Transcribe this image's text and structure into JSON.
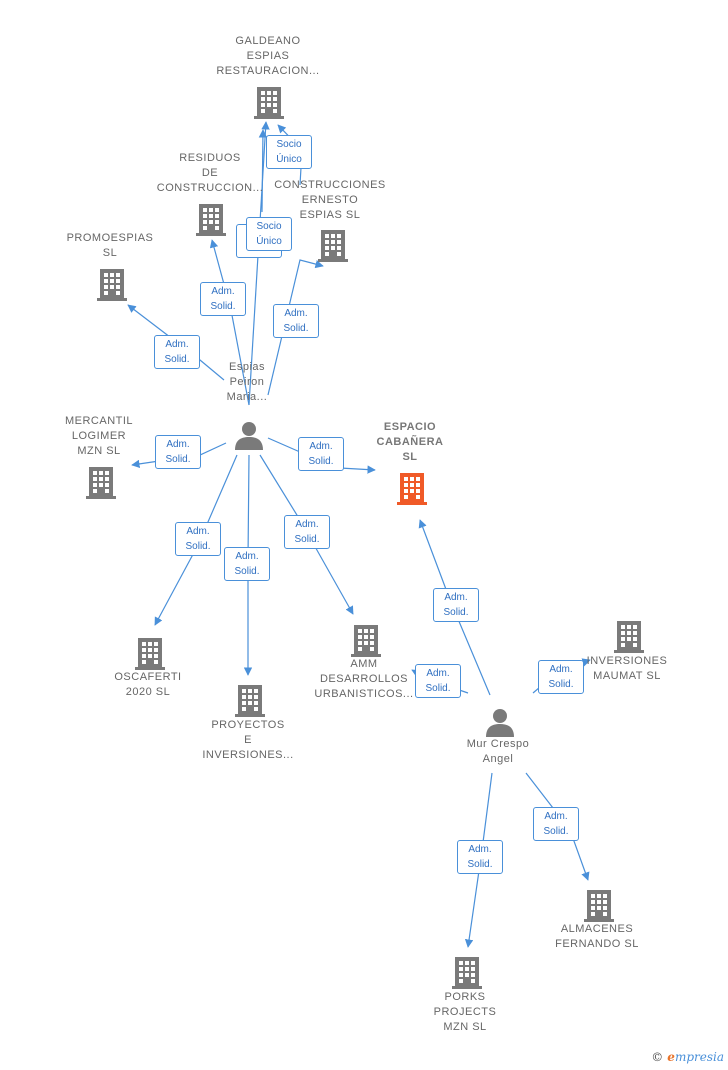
{
  "diagram": {
    "colors": {
      "edge": "#4a90d9",
      "node": "#7a7a7a",
      "focus": "#f05a28",
      "label": "#666666"
    },
    "nodes": [
      {
        "id": "galdeano",
        "kind": "company",
        "lines": [
          "GALDEANO",
          "ESPIAS",
          "RESTAURACION..."
        ]
      },
      {
        "id": "residuos",
        "kind": "company",
        "lines": [
          "RESIDUOS",
          "DE",
          "CONSTRUCCION..."
        ]
      },
      {
        "id": "construcciones",
        "kind": "company",
        "lines": [
          "CONSTRUCCIONES",
          "ERNESTO",
          "ESPIAS  SL"
        ]
      },
      {
        "id": "promoespias",
        "kind": "company",
        "lines": [
          "PROMOESPIAS",
          "SL"
        ]
      },
      {
        "id": "mercantil",
        "kind": "company",
        "lines": [
          "MERCANTIL",
          "LOGIMER",
          "MZN  SL"
        ]
      },
      {
        "id": "espacio",
        "kind": "focus",
        "lines": [
          "ESPACIO",
          "CABAÑERA",
          "SL"
        ]
      },
      {
        "id": "oscaferti",
        "kind": "company",
        "lines": [
          "OSCAFERTI",
          "2020  SL"
        ]
      },
      {
        "id": "proyectos",
        "kind": "company",
        "lines": [
          "PROYECTOS",
          "E",
          "INVERSIONES..."
        ]
      },
      {
        "id": "amm",
        "kind": "company",
        "lines": [
          "AMM",
          "DESARROLLOS",
          "URBANISTICOS..."
        ]
      },
      {
        "id": "maumat",
        "kind": "company",
        "lines": [
          "INVERSIONES",
          "MAUMAT  SL"
        ]
      },
      {
        "id": "almacenes",
        "kind": "company",
        "lines": [
          "ALMACENES",
          "FERNANDO  SL"
        ]
      },
      {
        "id": "porks",
        "kind": "company",
        "lines": [
          "PORKS",
          "PROJECTS",
          "MZN SL"
        ]
      },
      {
        "id": "espias_peiron",
        "kind": "person",
        "lines": [
          "Espias",
          "Peiron",
          "Maria..."
        ]
      },
      {
        "id": "mur_crespo",
        "kind": "person",
        "lines": [
          "Mur Crespo",
          "Angel"
        ]
      }
    ],
    "roles": [
      {
        "id": "r1",
        "lines": [
          "Socio",
          "Único"
        ]
      },
      {
        "id": "r2",
        "lines": [
          "Adm.",
          "Solid."
        ]
      },
      {
        "id": "r3",
        "lines": [
          "Socio",
          "Único"
        ]
      },
      {
        "id": "r4",
        "lines": [
          "Adm.",
          "Solid."
        ]
      },
      {
        "id": "r5",
        "lines": [
          "Adm.",
          "Solid."
        ]
      },
      {
        "id": "r6",
        "lines": [
          "Adm.",
          "Solid."
        ]
      },
      {
        "id": "r7",
        "lines": [
          "Adm.",
          "Solid."
        ]
      },
      {
        "id": "r8",
        "lines": [
          "Adm.",
          "Solid."
        ]
      },
      {
        "id": "r9",
        "lines": [
          "Adm.",
          "Solid."
        ]
      },
      {
        "id": "r10",
        "lines": [
          "Adm.",
          "Solid."
        ]
      },
      {
        "id": "r11",
        "lines": [
          "Adm.",
          "Solid."
        ]
      },
      {
        "id": "r12",
        "lines": [
          "Adm.",
          "Solid."
        ]
      },
      {
        "id": "r13",
        "lines": [
          "Adm.",
          "Solid."
        ]
      },
      {
        "id": "r14",
        "lines": [
          "Adm.",
          "Solid."
        ]
      },
      {
        "id": "r15",
        "lines": [
          "Adm.",
          "Solid."
        ]
      },
      {
        "id": "r16",
        "lines": [
          "Adm.",
          "Solid."
        ]
      }
    ]
  },
  "footer": {
    "copyright_symbol": "©",
    "brand_initial": "e",
    "brand_rest": "mpresia"
  }
}
